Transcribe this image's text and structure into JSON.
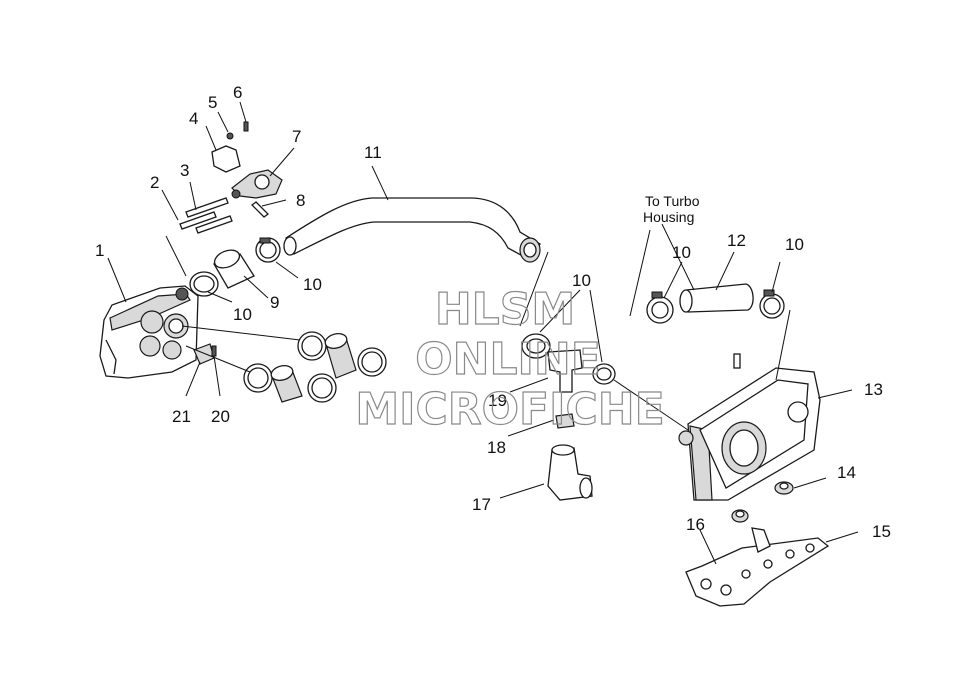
{
  "diagram": {
    "callouts": {
      "c1": "1",
      "c2": "2",
      "c3": "3",
      "c4": "4",
      "c5": "5",
      "c6": "6",
      "c7": "7",
      "c8": "8",
      "c9": "9",
      "c10a": "10",
      "c10b": "10",
      "c10c": "10",
      "c10d": "10",
      "c10e": "10",
      "c11": "11",
      "c12": "12",
      "c13": "13",
      "c14": "14",
      "c15": "15",
      "c16": "16",
      "c17": "17",
      "c18": "18",
      "c19": "19",
      "c20": "20",
      "c21": "21"
    },
    "note_line1": "To Turbo",
    "note_line2": "Housing"
  },
  "watermark": {
    "line1": "HLSM",
    "line2": "ONLINE",
    "line3": "MICROFICHE"
  }
}
